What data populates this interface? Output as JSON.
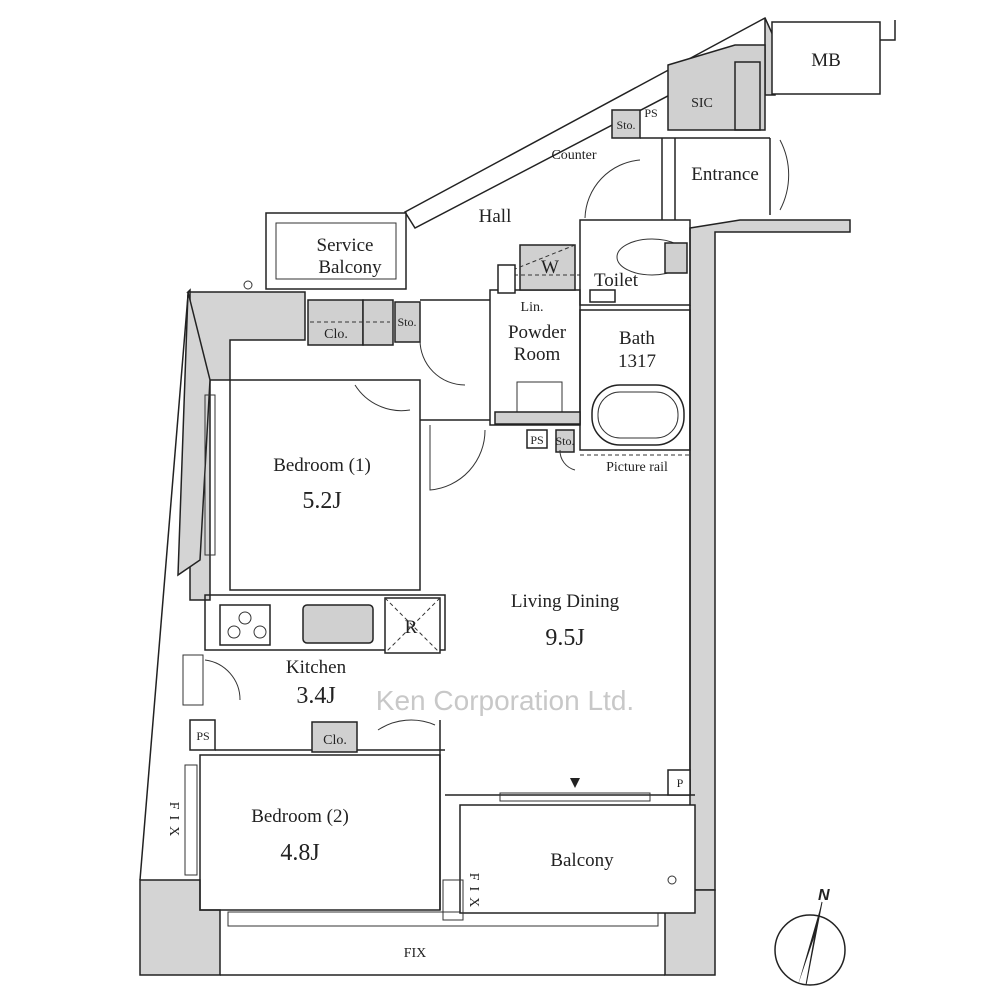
{
  "rooms": {
    "mb": "MB",
    "sic": "SIC",
    "ps_top": "PS",
    "sto_top": "Sto.",
    "counter": "Counter",
    "entrance": "Entrance",
    "hall": "Hall",
    "service_balcony_1": "Service",
    "service_balcony_2": "Balcony",
    "w": "W",
    "toilet": "Toilet",
    "lin": "Lin.",
    "clo1": "Clo.",
    "sto_mid": "Sto.",
    "powder_1": "Powder",
    "powder_2": "Room",
    "bath": "Bath",
    "bath_size": "1317",
    "ps_mid": "PS",
    "sto_bath": "Sto.",
    "picture_rail": "Picture rail",
    "bedroom1": "Bedroom (1)",
    "bedroom1_size": "5.2J",
    "living": "Living Dining",
    "living_size": "9.5J",
    "fridge": "R",
    "kitchen": "Kitchen",
    "kitchen_size": "3.4J",
    "ps_left": "PS",
    "clo2": "Clo.",
    "p": "P",
    "bedroom2": "Bedroom (2)",
    "bedroom2_size": "4.8J",
    "balcony": "Balcony",
    "fix_left": "FIX",
    "fix_mid": "FIX",
    "fix_bottom": "FIX"
  },
  "compass": {
    "label": "N"
  },
  "watermark": "Ken Corporation Ltd."
}
